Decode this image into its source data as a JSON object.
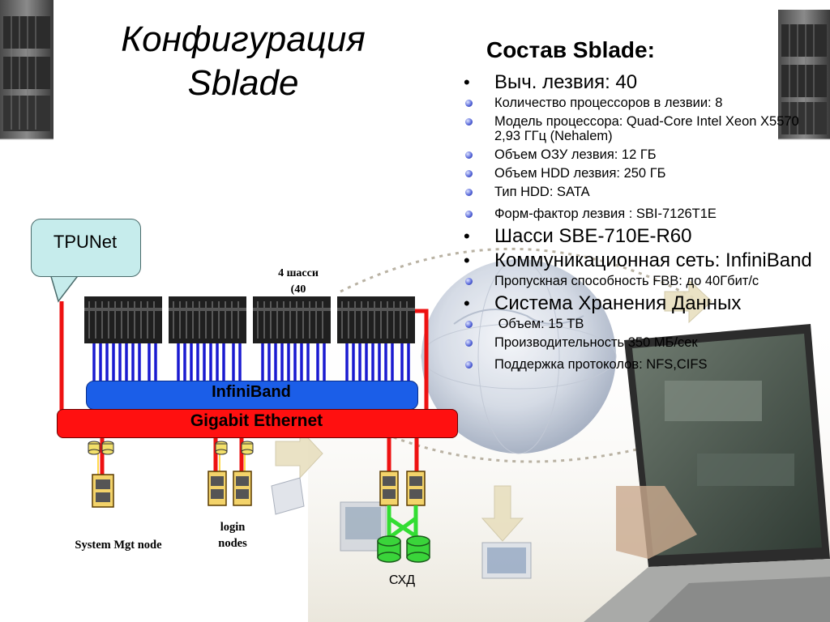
{
  "title": {
    "line1": "Конфигурация",
    "line2": "Sblade"
  },
  "specs": {
    "heading": "Состав Sblade:",
    "items": [
      {
        "level": "major",
        "text": "Выч. лезвия: 40"
      },
      {
        "level": "minor",
        "text": "Количество процессоров в лезвии: 8"
      },
      {
        "level": "minor",
        "text": "Модель процессора: Quad-Core Intel Xeon X5570 2,93 ГГц (Nehalem)"
      },
      {
        "level": "minor",
        "text": "Объем ОЗУ лезвия: 12 ГБ"
      },
      {
        "level": "minor",
        "text": "Объем HDD лезвия: 250 ГБ"
      },
      {
        "level": "minor",
        "text": "Тип HDD: SATA"
      },
      {
        "level": "minor",
        "text": "Форм-фактор лезвия : SBI-7126T1E"
      },
      {
        "level": "major",
        "text": "Шасси SBE-710E-R60"
      },
      {
        "level": "major",
        "text": "Коммуникационная сеть: InfiniBand"
      },
      {
        "level": "minor",
        "text": "Пропускная способность FBB: до 40Гбит/с"
      },
      {
        "level": "major",
        "text": "Система Хранения Данных"
      },
      {
        "level": "minor",
        "text": " Объем: 15 TB"
      },
      {
        "level": "minor",
        "text": "Производительность 350 МБ/сек"
      },
      {
        "level": "minor",
        "text": "Поддержка протоколов: NFS,CIFS"
      }
    ]
  },
  "diagram": {
    "tpunet_label": "TPUNet",
    "chassis_label_line1": "4 шасси",
    "chassis_label_line2": "(40",
    "infiniband_label": "InfiniBand",
    "gigabit_label": "Gigabit Ethernet",
    "system_mgt_label": "System Mgt node",
    "login_label_line1": "login",
    "login_label_line2": "nodes",
    "storage_label": "СХД"
  },
  "colors": {
    "infiniband": "#1b5ee8",
    "gigabit": "#ff1010",
    "link_blue": "#1a1ad0",
    "link_green": "#33dd33",
    "tpunet_fill": "#c6ecec"
  }
}
